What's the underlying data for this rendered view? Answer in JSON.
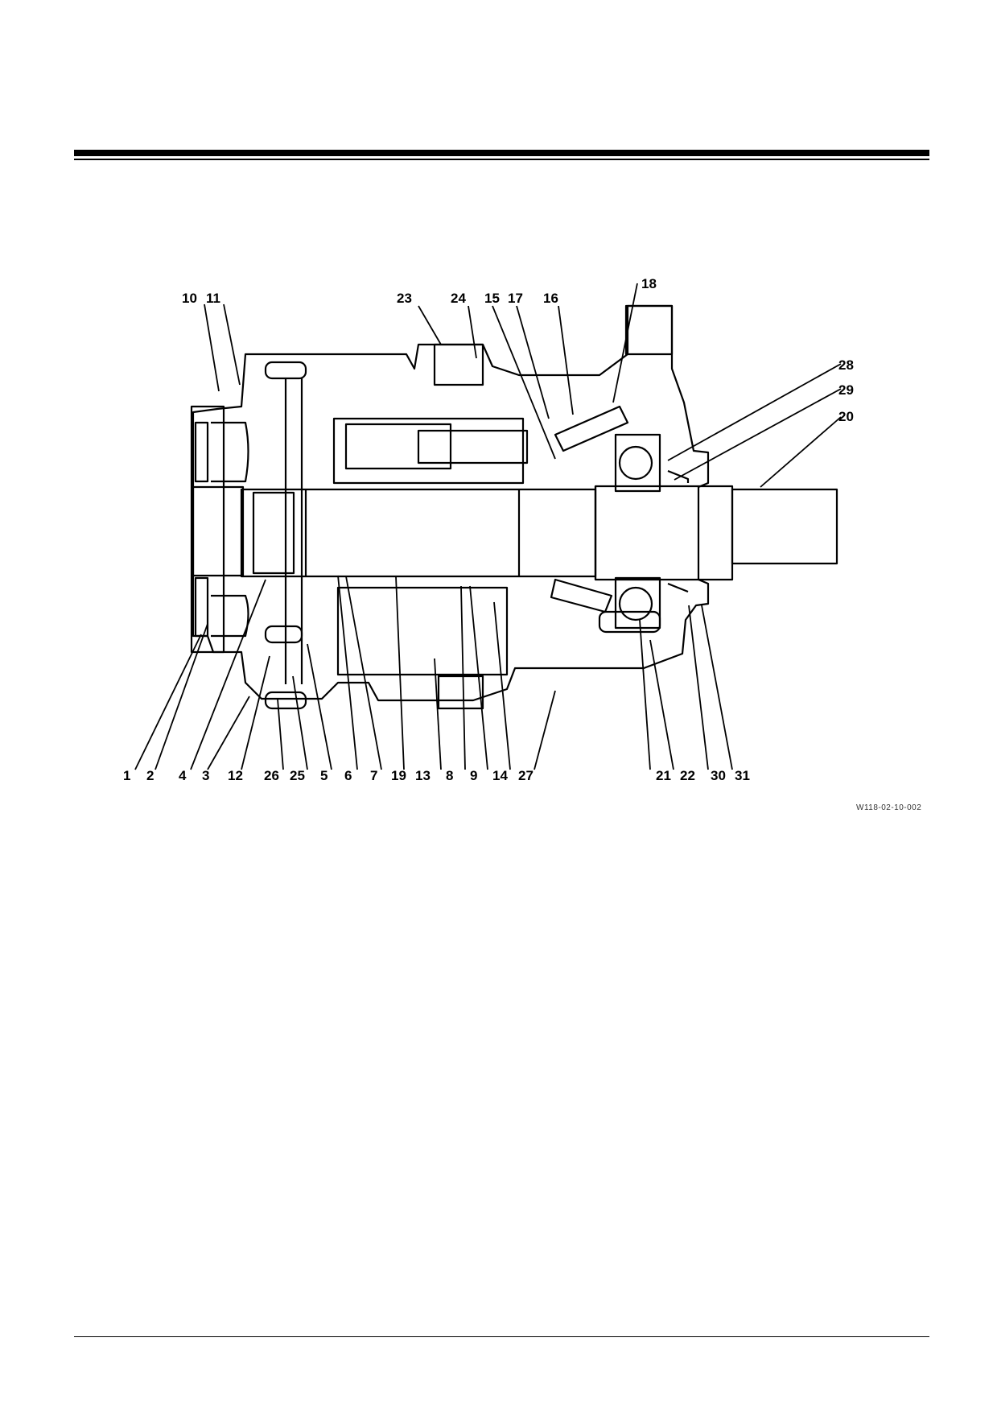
{
  "figure": {
    "code": "W118-02-10-002",
    "callouts_top": [
      "10",
      "11",
      "23",
      "24",
      "15",
      "17",
      "16",
      "18"
    ],
    "callouts_right": [
      "28",
      "29",
      "20"
    ],
    "callouts_bottom": [
      "1",
      "2",
      "4",
      "3",
      "12",
      "26",
      "25",
      "5",
      "6",
      "7",
      "19",
      "13",
      "8",
      "9",
      "14",
      "27",
      "21",
      "22",
      "30",
      "31"
    ]
  },
  "colors": {
    "ink": "#000000",
    "paper": "#ffffff"
  }
}
